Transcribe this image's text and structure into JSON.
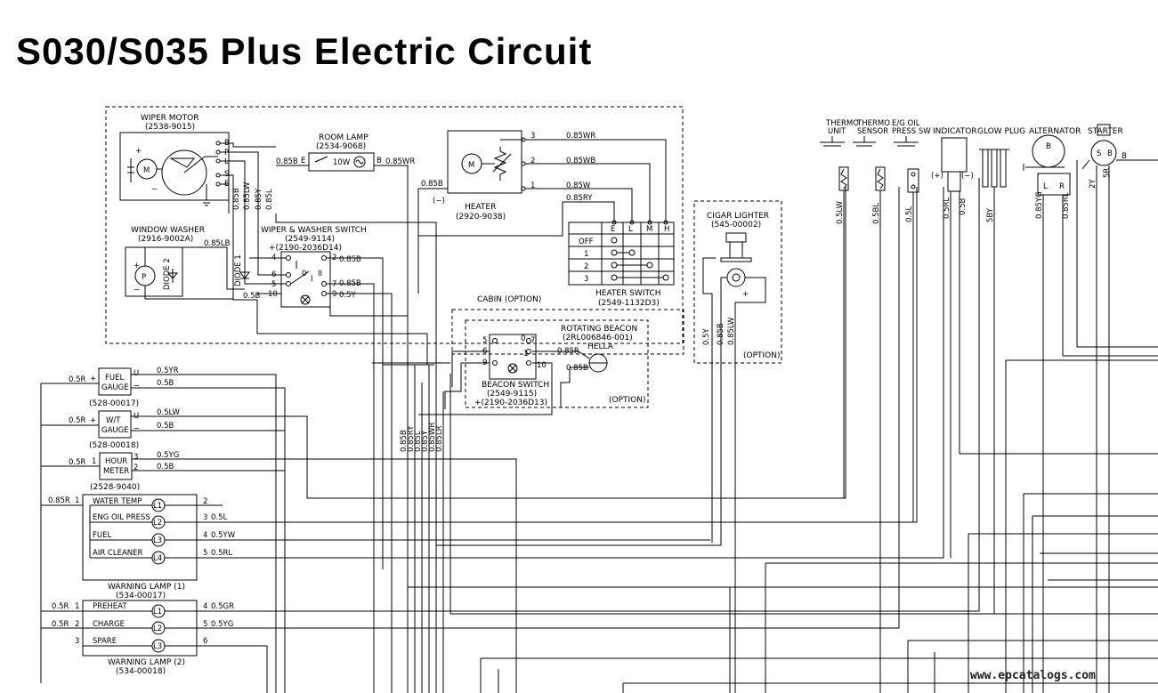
{
  "title": "S030/S035 Plus Electric Circuit",
  "watermark": "www.epcatalogs.com",
  "components": {
    "wiper_motor": {
      "name": "WIPER MOTOR",
      "part": "(2538-9015)",
      "pins": [
        "B",
        "P",
        "L",
        "S",
        "E"
      ],
      "m": "M"
    },
    "room_lamp": {
      "name": "ROOM LAMP",
      "part": "(2534-9068)",
      "rating": "10W",
      "left": "E",
      "right": "B"
    },
    "heater": {
      "name": "HEATER",
      "part": "(2920-9038)",
      "pins": [
        "3",
        "2",
        "1"
      ],
      "minus": "(−)",
      "m": "M"
    },
    "window_washer": {
      "name": "WINDOW WASHER",
      "part": "(2916-9002A)",
      "p": "P"
    },
    "diode1": "DIODE 1",
    "diode2": "DIODE 2",
    "wiper_switch": {
      "name": "WIPER & WASHER SWITCH",
      "part": "(2549-9114)",
      "part2": "+(2190-2036D14)",
      "pins": [
        "4",
        "6",
        "5",
        "10",
        "2",
        "7",
        "9"
      ],
      "positions": [
        "0",
        "I",
        "II"
      ]
    },
    "heater_switch": {
      "name": "HEATER SWITCH",
      "part": "(2549-1132D3)",
      "cols": [
        "E",
        "L",
        "M",
        "H"
      ],
      "rows": [
        "OFF",
        "1",
        "2",
        "3"
      ]
    },
    "cabin": "CABIN (OPTION)",
    "beacon": {
      "name": "ROTATING BEACON",
      "part": "(2RL006846-001)",
      "brand": "HELLA",
      "option": "(OPTION)"
    },
    "beacon_switch": {
      "name": "BEACON SWITCH",
      "part": "(2549-9115)",
      "part2": "+(2190-2036D13)",
      "pins": [
        "5",
        "6",
        "9",
        "0",
        "7",
        "1",
        "10"
      ]
    },
    "cigar": {
      "name": "CIGAR LIGHTER",
      "part": "(545-00002)",
      "option": "(OPTION)",
      "plus": "+"
    },
    "fuel_gauge": {
      "name": "FUEL",
      "name2": "GAUGE",
      "part": "(528-00017)",
      "u": "U"
    },
    "wt_gauge": {
      "name": "W/T",
      "name2": "GAUGE",
      "part": "(528-00018)",
      "u": "U"
    },
    "hour_meter": {
      "name": "HOUR",
      "name2": "METER",
      "part": "(2528-9040)"
    },
    "warn1": {
      "name": "WARNING LAMP (1)",
      "part": "(534-00017)",
      "rows": [
        "WATER TEMP",
        "ENG OIL PRESS",
        "FUEL",
        "AIR CLEANER"
      ],
      "lamps": [
        "L1",
        "L2",
        "L3",
        "L4"
      ]
    },
    "warn2": {
      "name": "WARNING LAMP (2)",
      "part": "(534-00018)",
      "rows": [
        "PREHEAT",
        "CHARGE",
        "SPARE"
      ],
      "lamps": [
        "L1",
        "L2",
        "L3"
      ]
    },
    "right_head": {
      "thermo_unit": "THERMO",
      "thermo_unit2": "UNIT",
      "thermo_sensor": "THERMO",
      "thermo_sensor2": "SENSOR",
      "eg_oil": "E/G OIL",
      "eg_oil2": "PRESS SW",
      "indicator": "INDICATOR",
      "glow": "GLOW PLUG",
      "alternator": "ALTERNATOR",
      "starter": "STARTER",
      "plus": "(+)",
      "minus": "(−)"
    }
  },
  "wire_labels": {
    "w085B_a": "0.85B",
    "w085WR_a": "0.85WR",
    "w085WR_b": "0.85WR",
    "w085WB": "0.85WB",
    "w085W": "0.85W",
    "w085RY": "0.85RY",
    "w085B_h": "0.85B",
    "w085LB": "0.85LB",
    "w2_085B": "0.85B",
    "w7_085B": "0.85B",
    "w9_05Y": "0.5Y",
    "w05B_sw": "0.5B",
    "w085B_v": "0.85B",
    "w085LW_v": "0.85LW",
    "w085Y_v": "0.85Y",
    "w085L_v": "0.85L",
    "b085R": "0.85R",
    "b085B": "0.85B",
    "fg_05R": "0.5R",
    "fg_05YR": "0.5YR",
    "fg_05B": "0.5B",
    "wt_05R": "0.5R",
    "wt_05LW": "0.5LW",
    "wt_05B": "0.5B",
    "hm_05R": "0.5R",
    "hm_05YG": "0.5YG",
    "hm_05B": "0.5B",
    "wl_085R": "0.85R",
    "wl_05L": "0.5L",
    "wl_05YW": "0.5YW",
    "wl_05RL": "0.5RL",
    "w2_05R_a": "0.5R",
    "w2_05R_b": "0.5R",
    "w2_05GR": "0.5GR",
    "w2_05YG": "0.5YG",
    "bus": [
      "0.85B",
      "0.85RY",
      "0.85L",
      "0.85Y",
      "0.85WR",
      "0.85LR"
    ],
    "cig": [
      "0.5Y",
      "0.85B",
      "0.85LW"
    ],
    "right": [
      "0.5LW",
      "0.5BL",
      "0.5L",
      "0.5RL",
      "0.5B",
      "5BY",
      "0.85YG",
      "0.85RL",
      "2Y",
      "5R",
      "B"
    ]
  }
}
